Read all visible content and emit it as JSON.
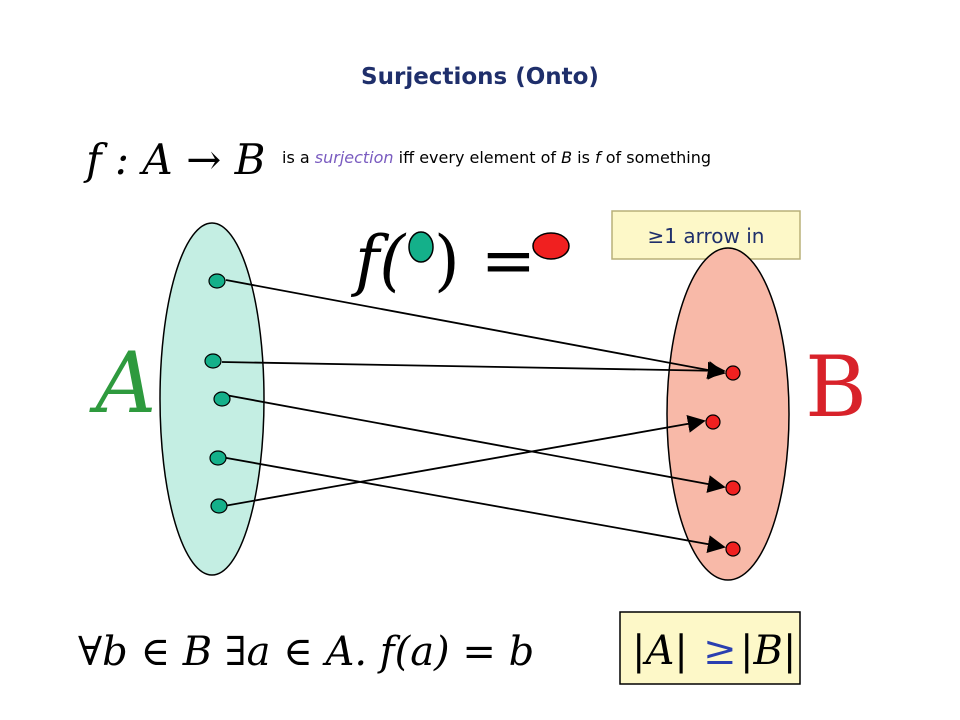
{
  "title": "Surjections (Onto)",
  "definition": {
    "function_signature": "f : A → B",
    "text_1": "is a ",
    "term": "surjection",
    "text_2": " iff every element of ",
    "set_var": "B",
    "text_3": " is ",
    "func_var": "f",
    "text_4": " of something"
  },
  "illustration": {
    "f_label": "f(",
    "close_eq": ") ="
  },
  "badge": {
    "text": "≥1 arrow in",
    "bg_color": "#fdf8c8",
    "border_color": "#b8b078"
  },
  "set_A": {
    "label": "A",
    "fill_color": "#c4eee3",
    "dot_color": "#14b08a"
  },
  "set_B": {
    "label": "B",
    "fill_color": "#f8b9a8",
    "dot_color": "#f02020"
  },
  "mapping": [
    {
      "from": 1,
      "to": 1
    },
    {
      "from": 2,
      "to": 1
    },
    {
      "from": 3,
      "to": 3
    },
    {
      "from": 4,
      "to": 4
    },
    {
      "from": 5,
      "to": 2
    }
  ],
  "formula": "∀b ∈ B ∃a ∈ A. f(a) = b",
  "cardinality": {
    "left": "|A|",
    "relation": "≥",
    "right": "|B|"
  }
}
